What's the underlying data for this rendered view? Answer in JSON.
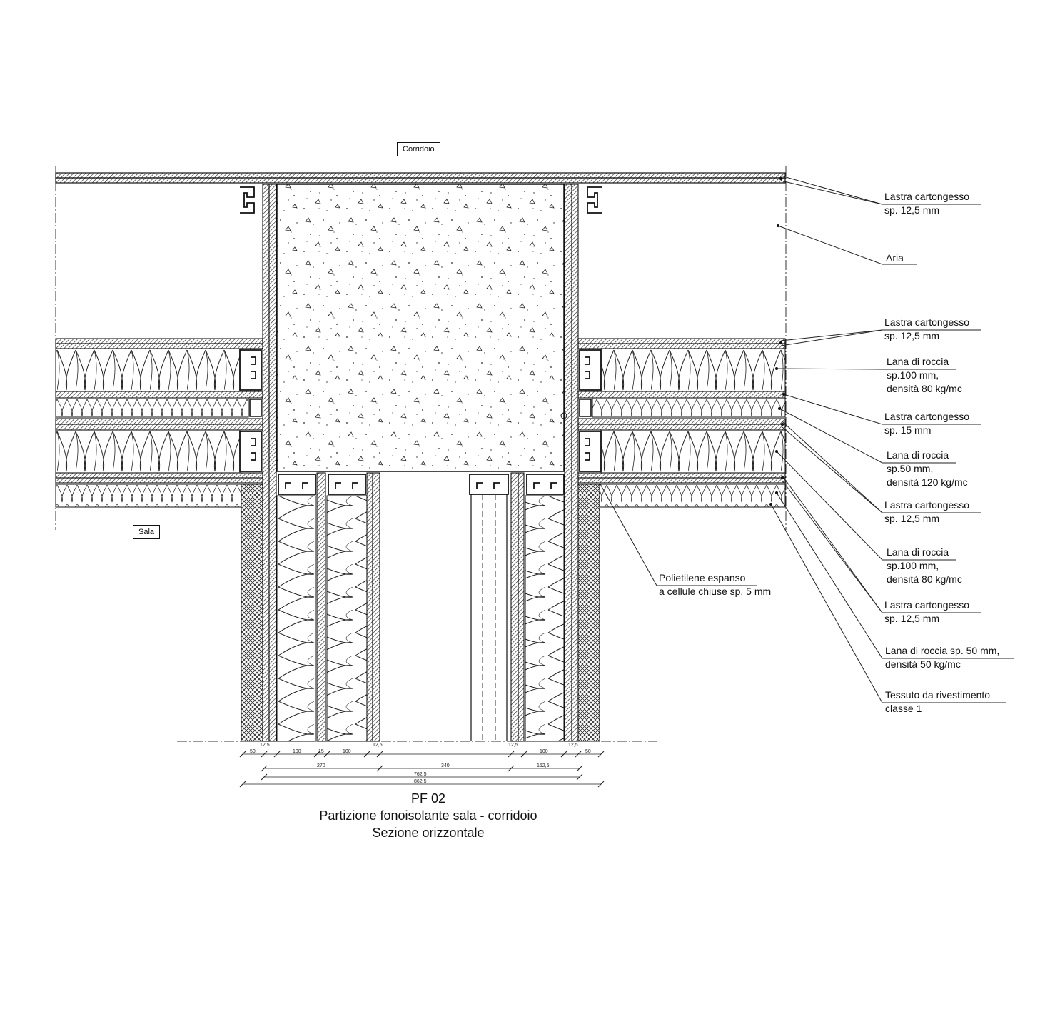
{
  "rooms": {
    "top": "Corridoio",
    "bottom": "Sala"
  },
  "labels": [
    {
      "id": "l1",
      "lines": [
        "Lastra cartongesso",
        "sp. 12,5 mm"
      ]
    },
    {
      "id": "l2",
      "lines": [
        "Aria"
      ]
    },
    {
      "id": "l3",
      "lines": [
        "Lastra cartongesso",
        "sp. 12,5 mm"
      ]
    },
    {
      "id": "l4",
      "lines": [
        "Lana di roccia",
        "sp.100 mm,",
        "densità 80 kg/mc"
      ]
    },
    {
      "id": "l5",
      "lines": [
        "Lastra cartongesso",
        "sp. 15 mm"
      ]
    },
    {
      "id": "l6",
      "lines": [
        "Lana di roccia",
        "sp.50 mm,",
        "densità 120 kg/mc"
      ]
    },
    {
      "id": "l7",
      "lines": [
        "Lastra cartongesso",
        "sp. 12,5 mm"
      ]
    },
    {
      "id": "l8",
      "lines": [
        "Lana di roccia",
        "sp.100 mm,",
        "densità 80 kg/mc"
      ]
    },
    {
      "id": "l9",
      "lines": [
        "Lastra cartongesso",
        "sp. 12,5 mm"
      ]
    },
    {
      "id": "l10",
      "lines": [
        "Lana di roccia sp. 50 mm,",
        "densità 50 kg/mc"
      ]
    },
    {
      "id": "l11",
      "lines": [
        "Tessuto da rivestimento",
        "classe 1"
      ]
    },
    {
      "id": "l12",
      "lines": [
        "Polietilene espanso",
        "a cellule chiuse sp. 5 mm"
      ]
    }
  ],
  "dimensions": {
    "row1": [
      "50",
      "12,5",
      "100",
      "15",
      "100",
      "12,5",
      "12,5",
      "100",
      "12,5",
      "50"
    ],
    "row2": [
      "270",
      "340",
      "152,5"
    ],
    "row3": [
      "762,5"
    ],
    "row4": [
      "862,5"
    ]
  },
  "title": {
    "code": "PF 02",
    "line1": "Partizione fonoisolante sala - corridoio",
    "line2": "Sezione orizzontale"
  }
}
